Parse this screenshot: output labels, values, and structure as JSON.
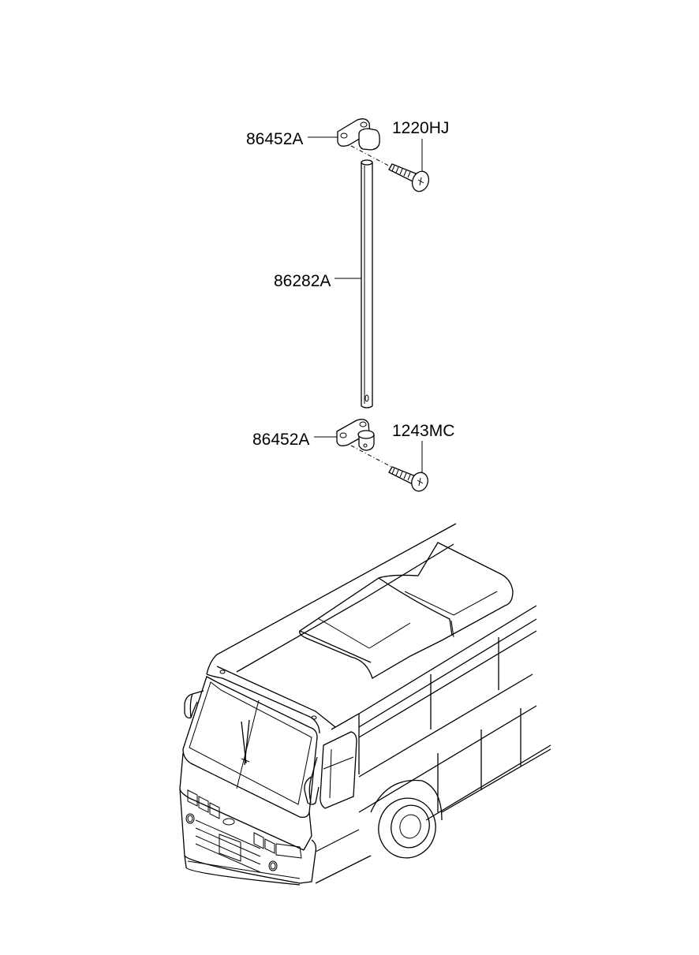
{
  "parts": {
    "bracket_upper": "86452A",
    "screw_upper": "1220HJ",
    "rod": "86282A",
    "bracket_lower": "86452A",
    "screw_lower": "1243MC"
  }
}
